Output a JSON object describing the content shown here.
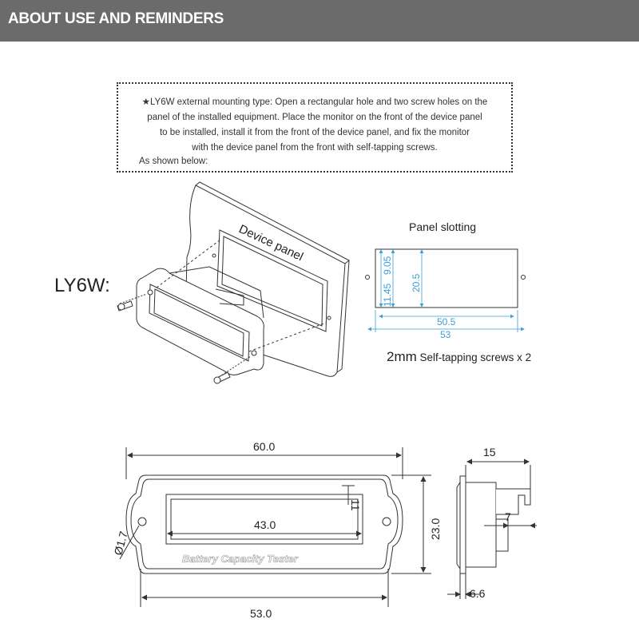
{
  "header": {
    "title": "ABOUT USE AND REMINDERS"
  },
  "notice": {
    "lines": [
      "★LY6W external mounting type: Open a rectangular hole and two screw holes on the",
      "panel of the installed equipment. Place the monitor on the front of the device panel",
      "to be installed, install it from the front of the device panel, and fix the monitor",
      "with the device panel from the front with self-tapping screws."
    ],
    "tail": "As shown below:"
  },
  "mounting": {
    "model": "LY6W:",
    "panel_label": "Device panel"
  },
  "panel_slotting": {
    "title": "Panel slotting",
    "dims": {
      "hole_h_outer": "11.45",
      "hole_h_inner": "9.05",
      "slot_h": "20.5",
      "slot_w_inner": "50.5",
      "slot_w_outer": "53"
    },
    "screws_prefix": "2mm",
    "screws_text": " Self-tapping screws x 2"
  },
  "front_view": {
    "dims": {
      "overall_w": "60.0",
      "window_w": "43.0",
      "height": "23.0",
      "window_gap": "11",
      "hole_d": "Ø1.7",
      "body_w": "53.0"
    },
    "brand": "Battery Capacity Tester"
  },
  "side_view": {
    "dims": {
      "depth": "15",
      "tab": "7",
      "bezel": "6.6"
    }
  },
  "colors": {
    "header_bg": "#6b6b6b",
    "dim_blue": "#3b9ed8",
    "line": "#333333"
  }
}
